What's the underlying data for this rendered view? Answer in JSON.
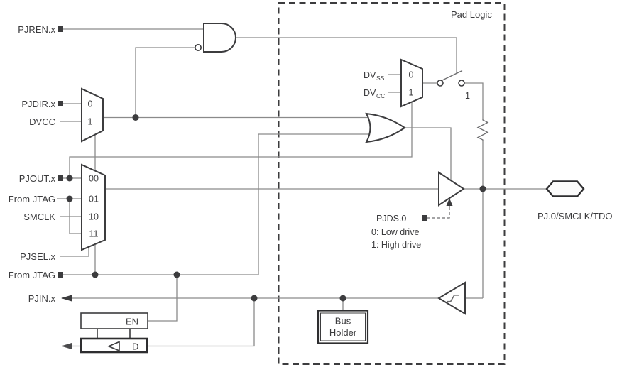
{
  "diagram_title": "Pad Logic",
  "pad_label": "PJ.0/SMCLK/TDO",
  "signals": {
    "pjren": "PJREN.x",
    "pjdir": "PJDIR.x",
    "dvcc": "DVCC",
    "pjout": "PJOUT.x",
    "from_jtag_top": "From JTAG",
    "smclk": "SMCLK",
    "pjsel": "PJSEL.x",
    "from_jtag_bottom": "From JTAG",
    "pjin": "PJIN.x"
  },
  "dir_mux": {
    "input0": "0",
    "input1": "1"
  },
  "out_mux": {
    "input00": "00",
    "input01": "01",
    "input10": "10",
    "input11": "11"
  },
  "pull_mux": {
    "input0": "0",
    "input1": "1",
    "rail_prefix": "DV",
    "rail_ss_sub": "SS",
    "rail_cc_sub": "CC"
  },
  "pull_switch": {
    "label": "1"
  },
  "drive_strength": {
    "signal": "PJDS.0",
    "note0": "0: Low drive",
    "note1": "1: High drive"
  },
  "latch": {
    "enable_label": "EN",
    "data_label": "D"
  },
  "bus_holder": {
    "line1": "Bus",
    "line2": "Holder"
  },
  "colors": {
    "wire": "#8a8a8a",
    "outline": "#3c3c3e",
    "text": "#3b3b3d",
    "background": "#ffffff"
  }
}
